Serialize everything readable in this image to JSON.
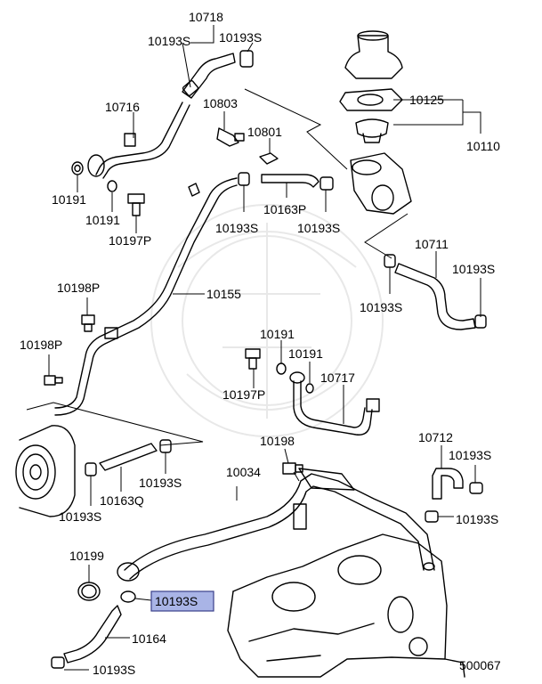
{
  "labels": {
    "c10718": "10718",
    "c10193s_a": "10193S",
    "c10193s_b": "10193S",
    "c10125": "10125",
    "c10110": "10110",
    "c10716": "10716",
    "c10803": "10803",
    "c10801": "10801",
    "c10191_a": "10191",
    "c10191_b": "10191",
    "c10197p_a": "10197P",
    "c10163p": "10163P",
    "c10193s_c": "10193S",
    "c10193s_d": "10193S",
    "c10711": "10711",
    "c10193s_e": "10193S",
    "c10193s_f": "10193S",
    "c10198p_a": "10198P",
    "c10155": "10155",
    "c10198p_b": "10198P",
    "c10191_c": "10191",
    "c10191_d": "10191",
    "c10717": "10717",
    "c10197p_b": "10197P",
    "c10198": "10198",
    "c10712": "10712",
    "c10193s_g": "10193S",
    "c10034": "10034",
    "c10193s_h": "10193S",
    "c10163q": "10163Q",
    "c10193s_i": "10193S",
    "c10193s_j": "10193S",
    "c10199": "10199",
    "c10193s_highlight": "10193S",
    "c10164": "10164",
    "c10193s_k": "10193S",
    "diagram_id": "500067"
  },
  "highlighted_part": "10193S",
  "highlight_color": "#a9b4e6"
}
